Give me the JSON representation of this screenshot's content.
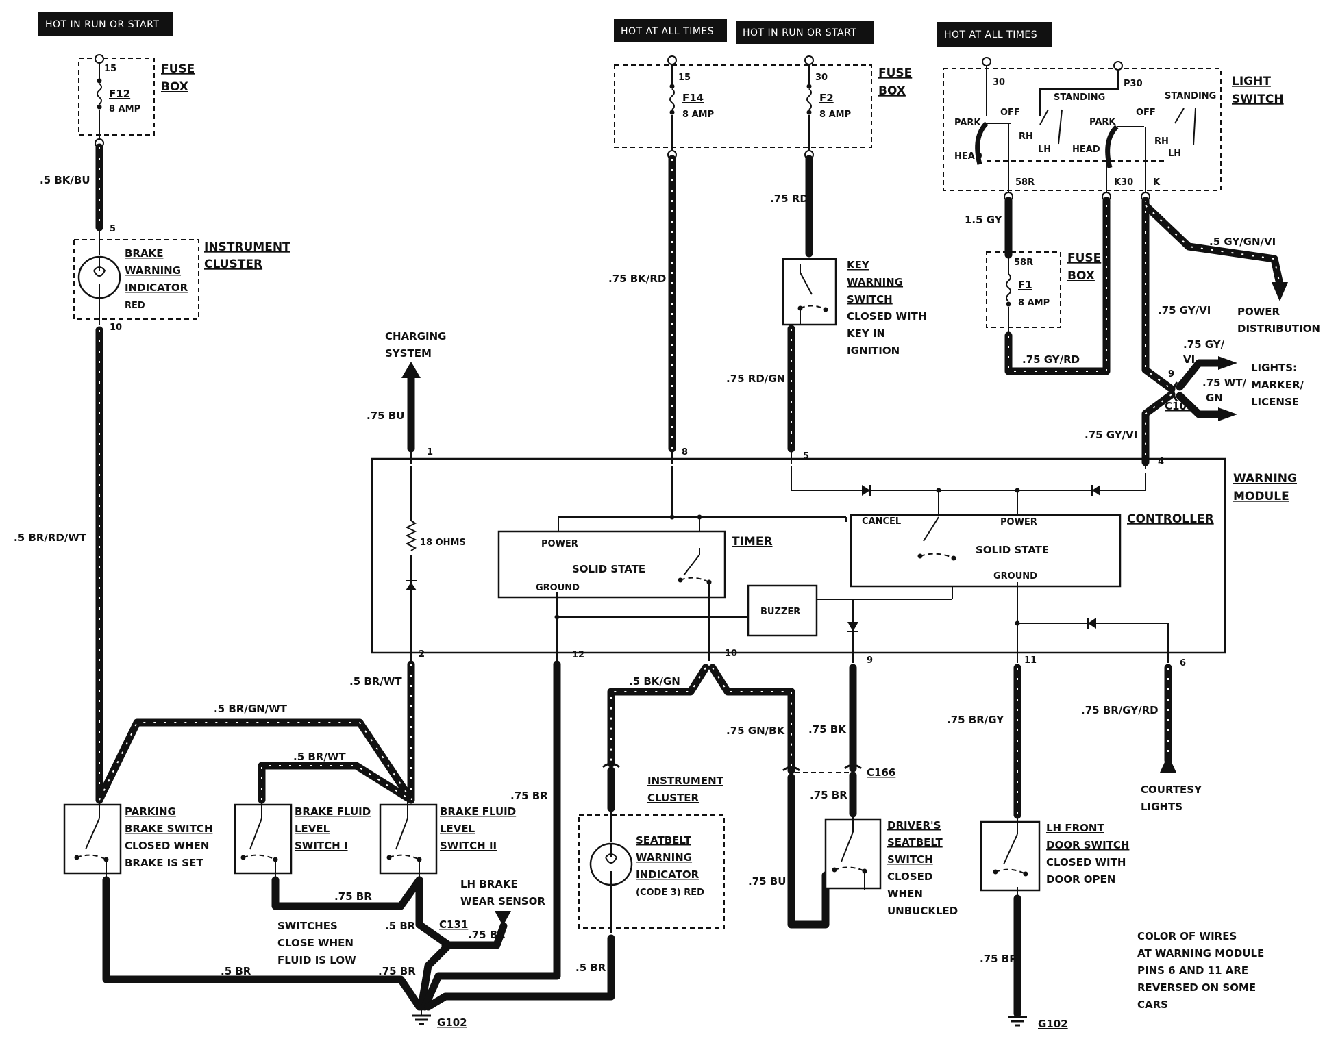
{
  "headers": {
    "left": "HOT IN RUN OR START",
    "mid_a": "HOT AT ALL TIMES",
    "mid_b": "HOT IN RUN OR START",
    "right": "HOT AT ALL TIMES"
  },
  "fuse_box_left": {
    "title1": "FUSE",
    "title2": "BOX",
    "pin": "15",
    "fuse": "F12",
    "amp": "8 AMP"
  },
  "fuse_box_mid": {
    "title1": "FUSE",
    "title2": "BOX",
    "pin_a": "15",
    "fuse_a": "F14",
    "amp_a": "8 AMP",
    "pin_b": "30",
    "fuse_b": "F2",
    "amp_b": "8 AMP"
  },
  "fuse_box_right": {
    "title1": "FUSE",
    "title2": "BOX",
    "pin": "58R",
    "fuse": "F1",
    "amp": "8 AMP"
  },
  "light_switch": {
    "title1": "LIGHT",
    "title2": "SWITCH",
    "t30": "30",
    "p30": "P30",
    "standing1": "STANDING",
    "standing2": "STANDING",
    "park1": "PARK",
    "park2": "PARK",
    "off1": "OFF",
    "off2": "OFF",
    "rh1": "RH",
    "rh2": "RH",
    "lh1": "LH",
    "lh2": "LH",
    "head1": "HEAD",
    "head2": "HEAD",
    "t58r": "58R",
    "k30": "K30",
    "k": "K"
  },
  "brake_indicator": {
    "pin_top": "5",
    "line1": "BRAKE",
    "line2": "WARNING",
    "line3": "INDICATOR",
    "color": "RED",
    "pin_bottom": "10",
    "cluster1": "INSTRUMENT",
    "cluster2": "CLUSTER"
  },
  "wires": {
    "w_bkbu": ".5 BK/BU",
    "w_brrdwt": ".5 BR/RD/WT",
    "w_brgnwt": ".5 BR/GN/WT",
    "w_brwt1": ".5 BR/WT",
    "w_brwt2": ".5 BR/WT",
    "w_75br1": ".75 BR",
    "w_5br1": ".5 BR",
    "w_5br2": ".5 BR",
    "w_75br2": ".75 BR",
    "w_75br3": ".75 BR",
    "w_75br4": ".75 BR",
    "w_5br3": ".5 BR",
    "w_75bu_chg": ".75 BU",
    "w_bkrd": ".75 BK/RD",
    "w_rd": ".75 RD",
    "w_rdgn": ".75 RD/GN",
    "w_bkgn": ".5 BK/GN",
    "w_gnbk": ".75 GN/BK",
    "w_bk": ".75 BK",
    "w_75br5": ".75 BR",
    "w_75bu2": ".75 BU",
    "w_brgy": ".75 BR/GY",
    "w_75br6": ".75 BR",
    "w_brgyrd": ".75 BR/GY/RD",
    "w_15gy": "1.5 GY",
    "w_gyrd": ".75 GY/RD",
    "w_gyvi1": ".75 GY/VI",
    "w_gyvi2": ".75 GY/VI",
    "w_gyvi3a": ".75 GY/",
    "w_gyvi3b": "VI",
    "w_wtgna": ".75 WT/",
    "w_wtgnb": "GN",
    "w_gygnvi": ".5 GY/GN/VI"
  },
  "charging": {
    "line1": "CHARGING",
    "line2": "SYSTEM"
  },
  "key_switch": {
    "line1": "KEY",
    "line2": "WARNING",
    "line3": "SWITCH",
    "line4": "CLOSED WITH",
    "line5": "KEY IN",
    "line6": "IGNITION"
  },
  "power_dist": {
    "line1": "POWER",
    "line2": "DISTRIBUTION"
  },
  "lights": {
    "line1": "LIGHTS:",
    "line2": "MARKER/",
    "line3": "LICENSE",
    "conn": "C104",
    "pin": "9"
  },
  "module": {
    "title1": "WARNING",
    "title2": "MODULE",
    "pins": {
      "p1": "1",
      "p8": "8",
      "p5": "5",
      "p4": "4",
      "p2": "2",
      "p12": "12",
      "p10": "10",
      "p9": "9",
      "p11": "11",
      "p6": "6"
    },
    "resistor": "18 OHMS",
    "timer": {
      "title": "TIMER",
      "power": "POWER",
      "solid": "SOLID STATE",
      "ground": "GROUND"
    },
    "controller": {
      "title": "CONTROLLER",
      "cancel": "CANCEL",
      "power": "POWER",
      "solid": "SOLID STATE",
      "ground": "GROUND"
    },
    "buzzer": "BUZZER"
  },
  "parking_switch": {
    "line1": "PARKING",
    "line2": "BRAKE SWITCH",
    "line3": "CLOSED WHEN",
    "line4": "BRAKE IS SET"
  },
  "fluid1": {
    "line1": "BRAKE FLUID",
    "line2": "LEVEL",
    "line3": "SWITCH I"
  },
  "fluid2": {
    "line1": "BRAKE FLUID",
    "line2": "LEVEL",
    "line3": "SWITCH II"
  },
  "switches_note": {
    "line1": "SWITCHES",
    "line2": "CLOSE  WHEN",
    "line3": "FLUID IS LOW"
  },
  "wear_sensor": {
    "line1": "LH BRAKE",
    "line2": "WEAR SENSOR",
    "conn": "C131"
  },
  "seatbelt_ind": {
    "cluster1": "INSTRUMENT",
    "cluster2": "CLUSTER",
    "line1": "SEATBELT",
    "line2": "WARNING",
    "line3": "INDICATOR",
    "line4": "(CODE 3) RED"
  },
  "driver_switch": {
    "line1": "DRIVER'S",
    "line2": "SEATBELT",
    "line3": "SWITCH",
    "line4": "CLOSED",
    "line5": "WHEN",
    "line6": "UNBUCKLED",
    "conn": "C166"
  },
  "door_switch": {
    "line1": "LH FRONT",
    "line2": "DOOR SWITCH",
    "line3": "CLOSED WITH",
    "line4": "DOOR OPEN"
  },
  "courtesy": {
    "line1": "COURTESY",
    "line2": "LIGHTS"
  },
  "grounds": {
    "g1": "G102",
    "g2": "G102"
  },
  "note": {
    "line1": "COLOR OF WIRES",
    "line2": "AT WARNING MODULE",
    "line3": "PINS 6 AND 11 ARE",
    "line4": "REVERSED ON SOME",
    "line5": "CARS"
  }
}
